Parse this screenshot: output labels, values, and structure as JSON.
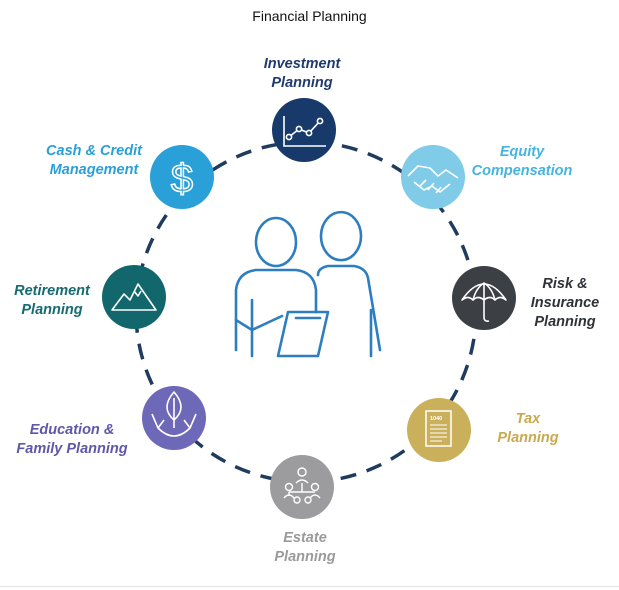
{
  "title": "Financial Planning",
  "colors": {
    "ring": "#1f3b5e",
    "center_figure": "#2d7ec0",
    "investment": "#173a6a",
    "equity": "#7fcbe8",
    "risk": "#3c4045",
    "tax": "#cbb05b",
    "estate": "#9c9c9e",
    "education": "#6e68b8",
    "retirement": "#12676d",
    "cash": "#2aa0d8"
  },
  "nodes": [
    {
      "id": "investment",
      "icon": "line-chart-icon",
      "label": [
        "Investment",
        "Planning"
      ],
      "label_color": "#1f3b6e"
    },
    {
      "id": "equity",
      "icon": "handshake-icon",
      "label": [
        "Equity",
        "Compensation"
      ],
      "label_color": "#46b4e0"
    },
    {
      "id": "risk",
      "icon": "umbrella-icon",
      "label": [
        "Risk &",
        "Insurance",
        "Planning"
      ],
      "label_color": "#2f3338"
    },
    {
      "id": "tax",
      "icon": "tax-form-icon",
      "label": [
        "Tax",
        "Planning"
      ],
      "label_color": "#c9a94e"
    },
    {
      "id": "estate",
      "icon": "family-tree-icon",
      "label": [
        "Estate",
        "Planning"
      ],
      "label_color": "#9a9a9c"
    },
    {
      "id": "education",
      "icon": "plant-hands-icon",
      "label": [
        "Education &",
        "Family Planning"
      ],
      "label_color": "#5d58a8"
    },
    {
      "id": "retirement",
      "icon": "mountain-icon",
      "label": [
        "Retirement",
        "Planning"
      ],
      "label_color": "#166a70"
    },
    {
      "id": "cash",
      "icon": "dollar-sign-icon",
      "label": [
        "Cash & Credit",
        "Management"
      ],
      "label_color": "#2aa0d8"
    }
  ],
  "tax_form_text": "1040"
}
